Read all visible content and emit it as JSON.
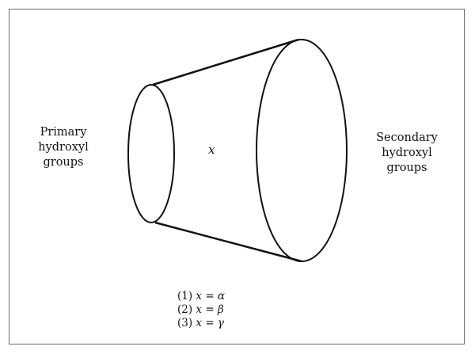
{
  "diagram": {
    "left_label": [
      "Primary",
      "hydroxyl",
      "groups"
    ],
    "right_label": [
      "Secondary",
      "hydroxyl",
      "groups"
    ],
    "center_variable": "x",
    "legend": [
      {
        "number": "(1)",
        "equation": "x = α"
      },
      {
        "number": "(2)",
        "equation": "x = β"
      },
      {
        "number": "(3)",
        "equation": "x = γ"
      }
    ]
  }
}
